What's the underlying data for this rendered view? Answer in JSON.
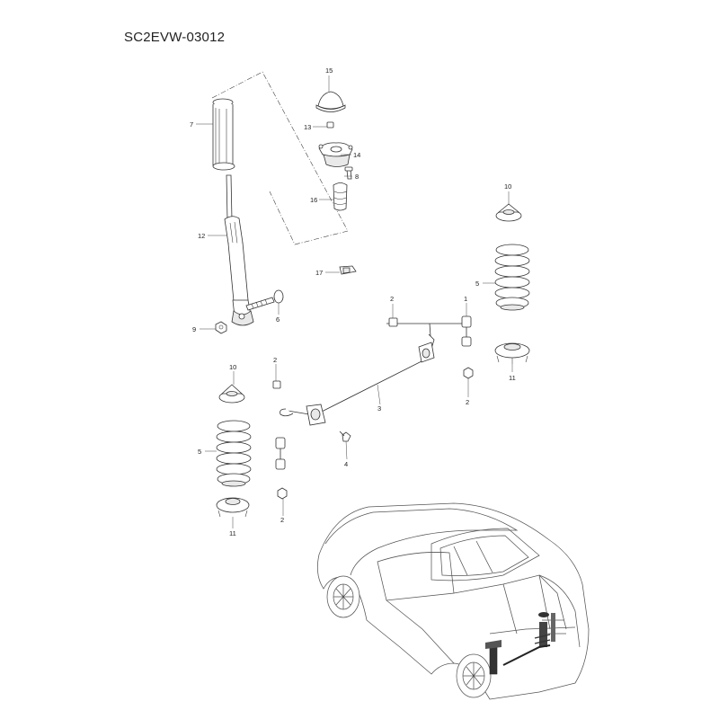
{
  "diagram": {
    "title": "SC2EVW-03012",
    "callouts": [
      {
        "id": "c15",
        "text": "15"
      },
      {
        "id": "c7",
        "text": "7"
      },
      {
        "id": "c13",
        "text": "13"
      },
      {
        "id": "c14",
        "text": "14"
      },
      {
        "id": "c8",
        "text": "8"
      },
      {
        "id": "c16",
        "text": "16"
      },
      {
        "id": "c12",
        "text": "12"
      },
      {
        "id": "c17",
        "text": "17"
      },
      {
        "id": "c6",
        "text": "6"
      },
      {
        "id": "c9",
        "text": "9"
      },
      {
        "id": "c10r",
        "text": "10"
      },
      {
        "id": "c5r",
        "text": "5"
      },
      {
        "id": "c11r",
        "text": "11"
      },
      {
        "id": "c2a",
        "text": "2"
      },
      {
        "id": "c1",
        "text": "1"
      },
      {
        "id": "c2b",
        "text": "2"
      },
      {
        "id": "c3",
        "text": "3"
      },
      {
        "id": "c4",
        "text": "4"
      },
      {
        "id": "c10l",
        "text": "10"
      },
      {
        "id": "c5l",
        "text": "5"
      },
      {
        "id": "c11l",
        "text": "11"
      },
      {
        "id": "c2c",
        "text": "2"
      },
      {
        "id": "c2d",
        "text": "2"
      }
    ]
  }
}
